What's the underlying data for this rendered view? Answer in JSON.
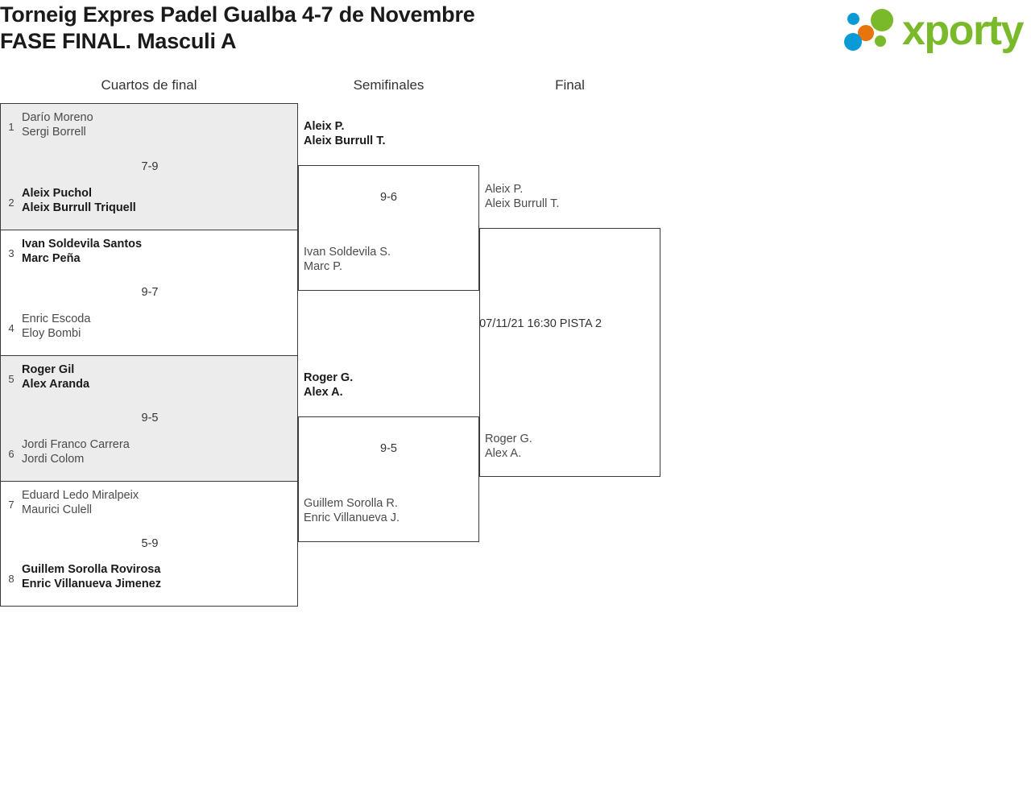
{
  "header": {
    "title_line1": "Torneig Expres Padel Gualba 4-7 de Novembre",
    "title_line2": "FASE FINAL. Masculi A",
    "logo_word": "xporty",
    "logo_colors": {
      "green": "#7ab929",
      "orange": "#e8740c",
      "blue": "#0a9ad6"
    }
  },
  "rounds": {
    "qf_label": "Cuartos de final",
    "sf_label": "Semifinales",
    "final_label": "Final"
  },
  "quarterfinals": [
    {
      "score": "7-9",
      "top": {
        "seed": "1",
        "p1": "Darío Moreno",
        "p2": "Sergi Borrell",
        "winner": false
      },
      "bottom": {
        "seed": "2",
        "p1": "Aleix Puchol",
        "p2": "Aleix Burrull Triquell",
        "winner": true
      }
    },
    {
      "score": "9-7",
      "top": {
        "seed": "3",
        "p1": "Ivan Soldevila Santos",
        "p2": "Marc Peña",
        "winner": true
      },
      "bottom": {
        "seed": "4",
        "p1": "Enric Escoda",
        "p2": "Eloy Bombi",
        "winner": false
      }
    },
    {
      "score": "9-5",
      "top": {
        "seed": "5",
        "p1": "Roger Gil",
        "p2": "Alex Aranda",
        "winner": true
      },
      "bottom": {
        "seed": "6",
        "p1": "Jordi Franco Carrera",
        "p2": "Jordi Colom",
        "winner": false
      }
    },
    {
      "score": "5-9",
      "top": {
        "seed": "7",
        "p1": "Eduard Ledo Miralpeix",
        "p2": "Maurici Culell",
        "winner": false
      },
      "bottom": {
        "seed": "8",
        "p1": "Guillem Sorolla Rovirosa",
        "p2": "Enric Villanueva Jimenez",
        "winner": true
      }
    }
  ],
  "semifinals": [
    {
      "score": "9-6",
      "top": {
        "p1": "Aleix P.",
        "p2": "Aleix Burrull T.",
        "winner": true
      },
      "bottom": {
        "p1": "Ivan Soldevila S.",
        "p2": "Marc P.",
        "winner": false
      }
    },
    {
      "score": "9-5",
      "top": {
        "p1": "Roger G.",
        "p2": "Alex A.",
        "winner": true
      },
      "bottom": {
        "p1": "Guillem Sorolla R.",
        "p2": "Enric Villanueva J.",
        "winner": false
      }
    }
  ],
  "final": {
    "info": "07/11/21 16:30 PISTA 2",
    "top": {
      "p1": "Aleix P.",
      "p2": "Aleix Burrull T.",
      "winner": false
    },
    "bottom": {
      "p1": "Roger G.",
      "p2": "Alex A.",
      "winner": false
    }
  }
}
